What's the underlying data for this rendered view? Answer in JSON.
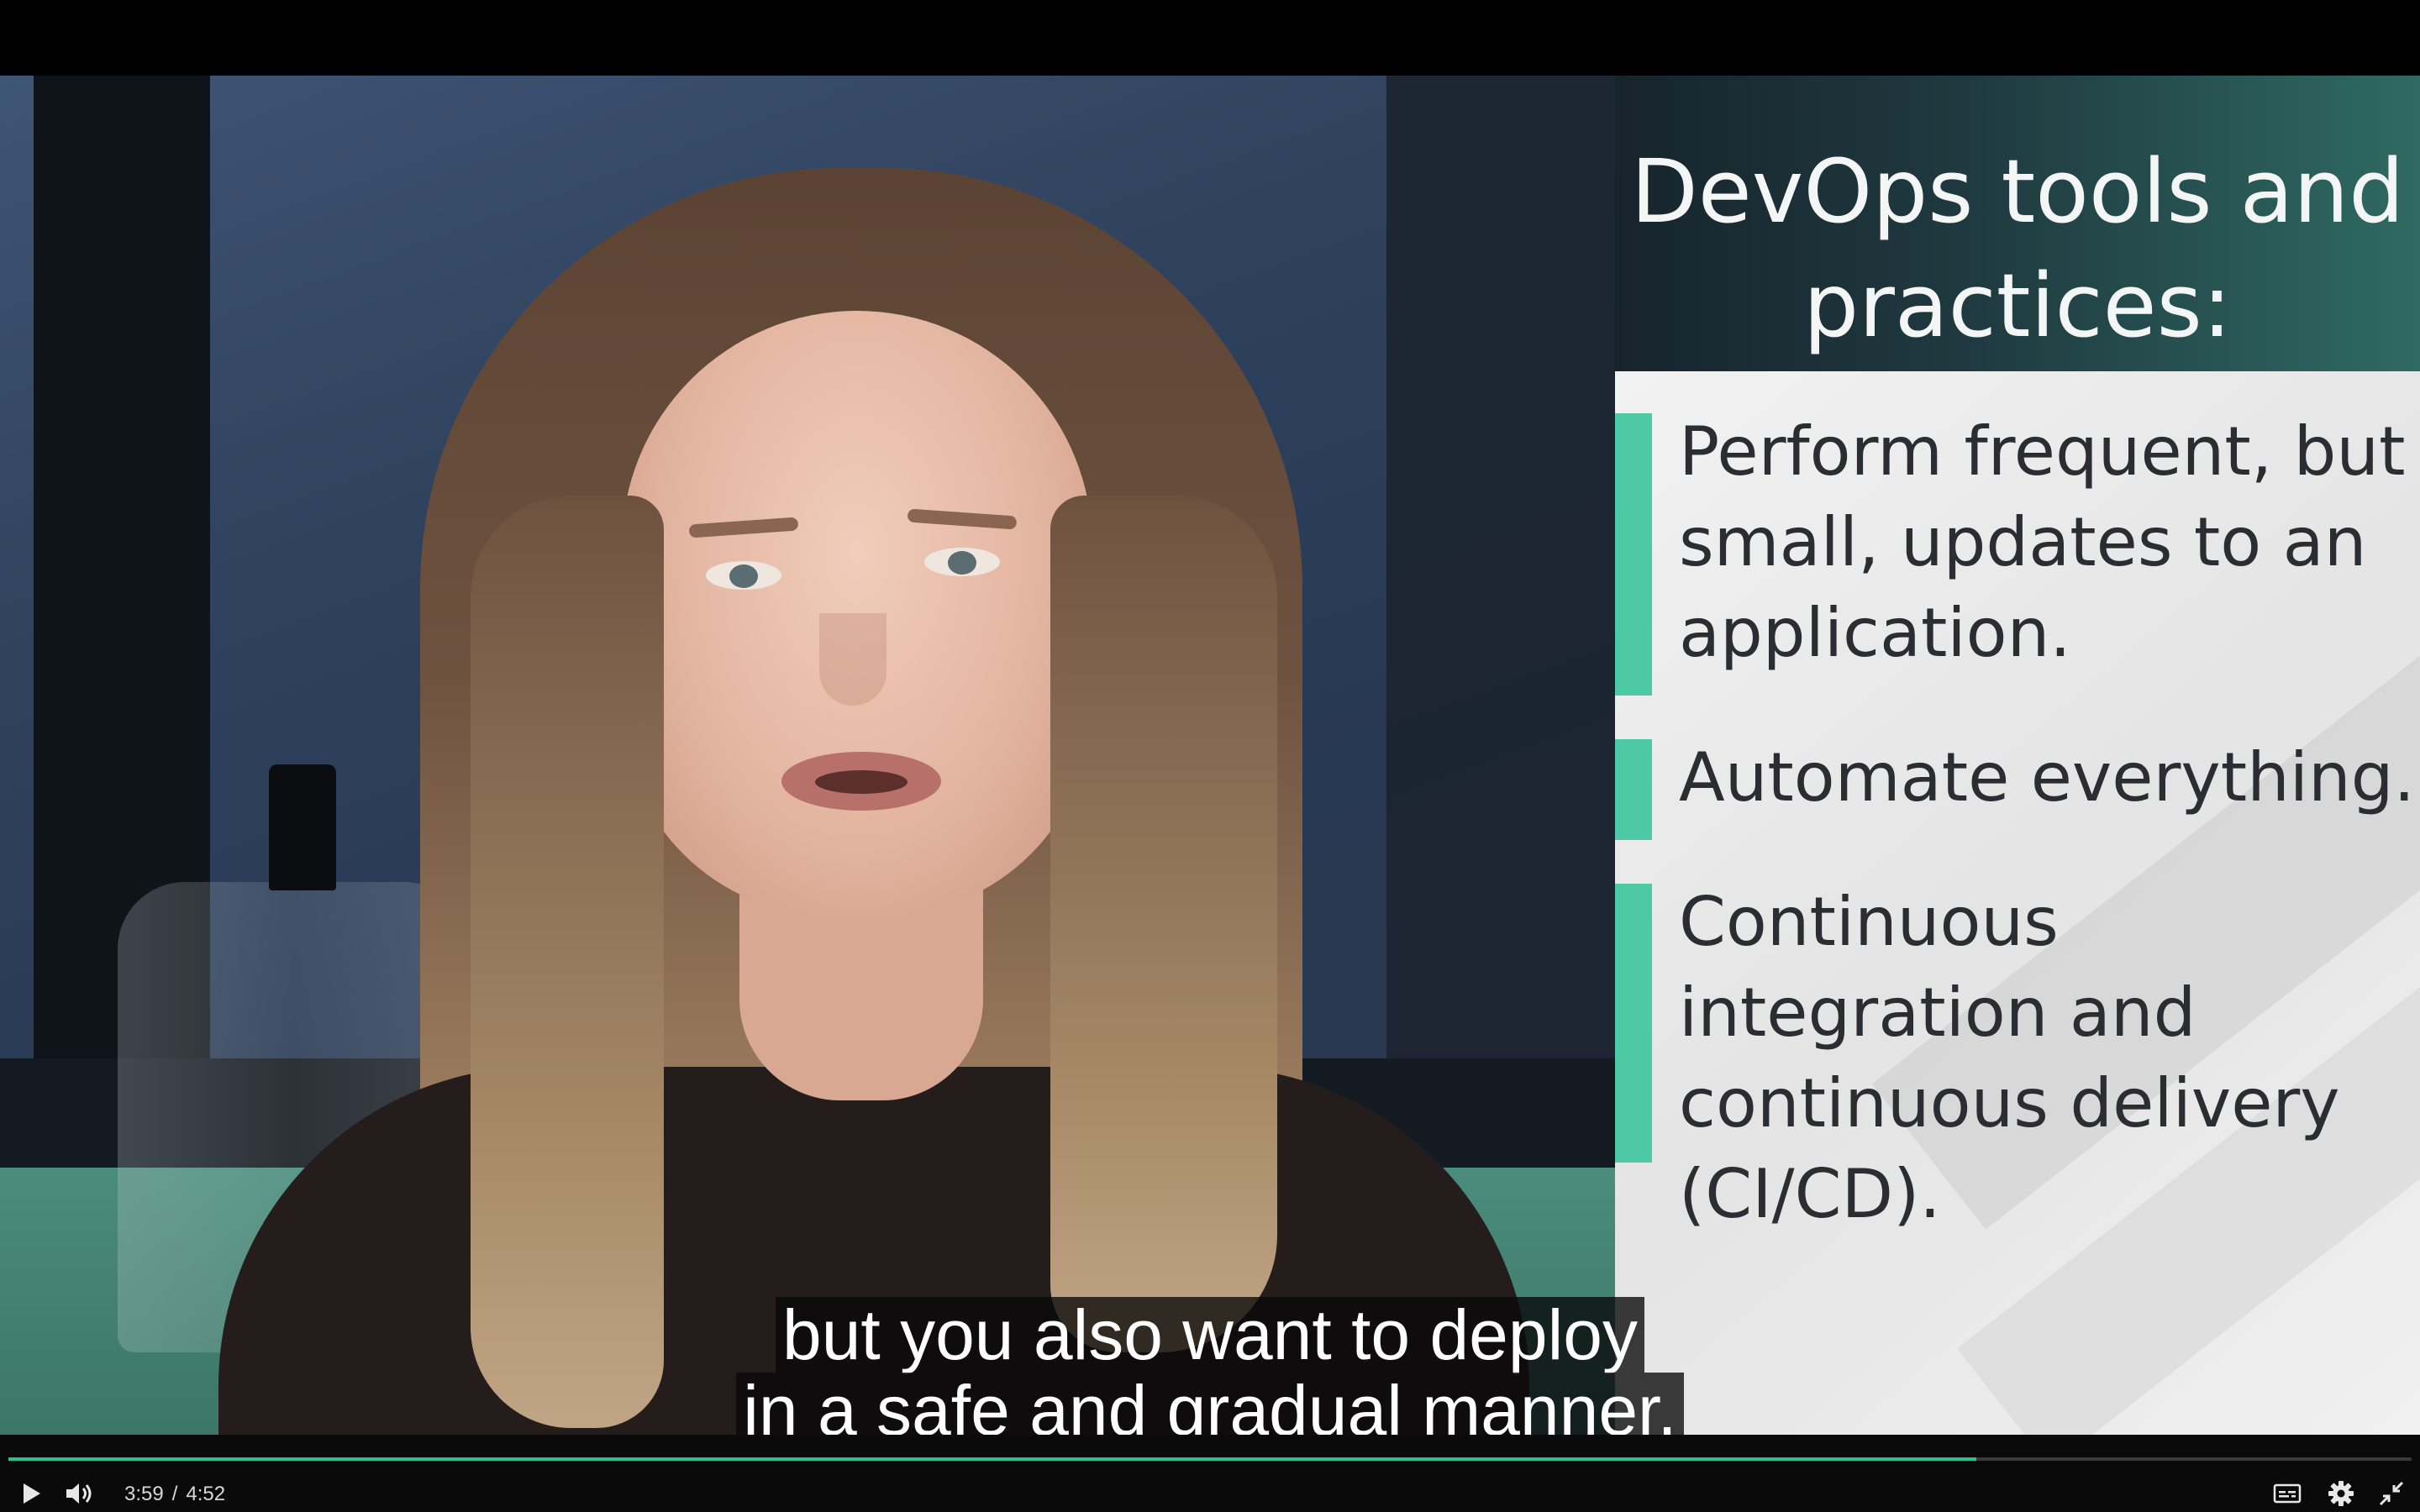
{
  "slide": {
    "title": "DevOps tools and practices:",
    "bullets": [
      "Perform frequent, but small, updates to an application.",
      "Automate everything.",
      "Continuous integration and continuous delivery (CI/CD)."
    ]
  },
  "captions": {
    "line1": "but you also want to deploy",
    "line2": "in a safe and gradual manner."
  },
  "player": {
    "current_time": "3:59",
    "separator": "/",
    "duration": "4:52",
    "progress_fraction": 0.819,
    "accent_color": "#2fbf8f",
    "icons": {
      "play": "play-icon",
      "volume": "volume-icon",
      "captions": "closed-captions-icon",
      "settings": "gear-icon",
      "fullscreen": "exit-fullscreen-icon"
    }
  }
}
